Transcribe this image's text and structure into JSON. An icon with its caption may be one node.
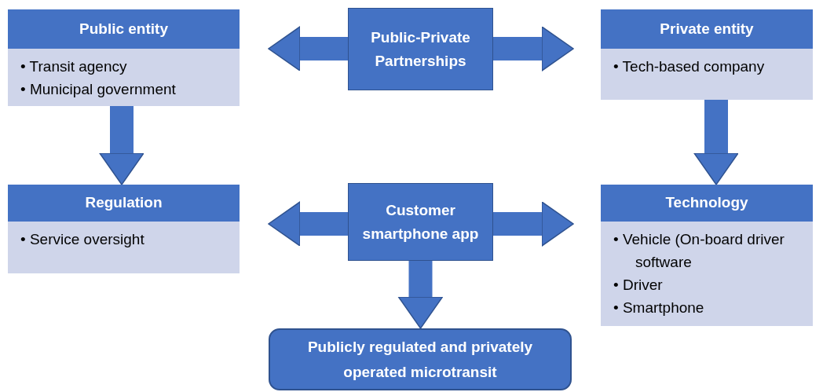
{
  "diagram": {
    "nodes": [
      {
        "text": [
          "Public entity",
          "• Transit agency",
          "• Municipal government"
        ]
      },
      {
        "text": [
          "Public-Private Partnerships"
        ]
      },
      {
        "text": [
          "Private entity",
          "• Tech-based company"
        ]
      },
      {
        "text": [
          "Regulation",
          "• Service oversight"
        ]
      },
      {
        "text": [
          "Customer smartphone app"
        ]
      },
      {
        "text": [
          "Technology",
          "• Vehicle (On-board driver software",
          "• Driver",
          "• Smartphone"
        ]
      },
      {
        "text": [
          "Publicly regulated and privately operated microtransit"
        ]
      }
    ],
    "edges": [
      {
        "from": 1,
        "to": 0,
        "arrow": "to"
      },
      {
        "from": 1,
        "to": 2,
        "arrow": "to"
      },
      {
        "from": 0,
        "to": 3,
        "arrow": "to"
      },
      {
        "from": 2,
        "to": 5,
        "arrow": "to"
      },
      {
        "from": 4,
        "to": 3,
        "arrow": "to"
      },
      {
        "from": 4,
        "to": 5,
        "arrow": "to"
      },
      {
        "from": 4,
        "to": 6,
        "arrow": "to"
      }
    ]
  }
}
